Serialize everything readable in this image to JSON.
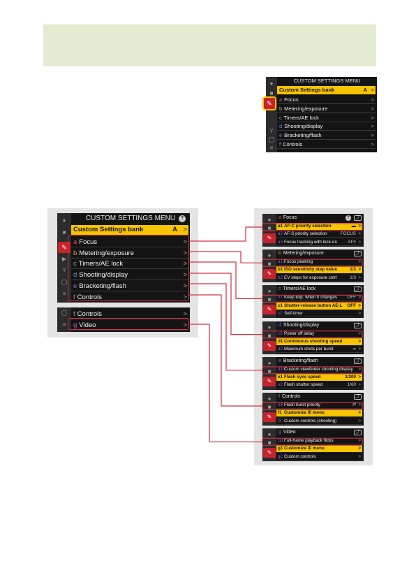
{
  "menu_title": "CUSTOM SETTINGS MENU",
  "help_glyph": "?",
  "bank": {
    "label": "Custom Settings bank",
    "value": "A"
  },
  "chevron": ">",
  "back_glyph": "⤴",
  "categories": [
    {
      "letter": "a",
      "label": "Focus",
      "color": "#e0507a"
    },
    {
      "letter": "b",
      "label": "Metering/exposure",
      "color": "#e2b23a"
    },
    {
      "letter": "c",
      "label": "Timers/AE lock",
      "color": "#9a9a9a"
    },
    {
      "letter": "d",
      "label": "Shooting/display",
      "color": "#5c8fd8"
    },
    {
      "letter": "e",
      "label": "Bracketing/flash",
      "color": "#8a6fd0"
    },
    {
      "letter": "f",
      "label": "Controls",
      "color": "#9a9a9a"
    },
    {
      "letter": "g",
      "label": "Video",
      "color": "#b06ad0"
    }
  ],
  "sidebar_icons": [
    "camera-icon",
    "video-camera-icon",
    "pencil-icon",
    "playback-icon",
    "wrench-icon",
    "retouch-icon",
    "my-menu-icon"
  ],
  "submenus": [
    {
      "letter": "a",
      "title": "Focus",
      "rows": [
        {
          "code": "a1",
          "label": "AF-C priority selection",
          "value": "▬",
          "hl": true
        },
        {
          "code": "a2",
          "label": "AF-S priority selection",
          "value": "FOCUS",
          "hl": false
        },
        {
          "code": "a3",
          "label": "Focus tracking with lock-on",
          "value": "AF≡",
          "hl": false
        }
      ]
    },
    {
      "letter": "b",
      "title": "Metering/exposure",
      "rows": [
        {
          "code": "a13",
          "label": "Focus peaking",
          "value": "",
          "hl": false
        },
        {
          "code": "b1",
          "label": "ISO sensitivity step value",
          "value": "1/3",
          "hl": true
        },
        {
          "code": "b2",
          "label": "EV steps for exposure cntrl",
          "value": "1/3",
          "hl": false
        }
      ]
    },
    {
      "letter": "c",
      "title": "Timers/AE lock",
      "rows": [
        {
          "code": "b7",
          "label": "Keep exp. when f/ changes",
          "value": "OFF",
          "hl": false
        },
        {
          "code": "c1",
          "label": "Shutter-release button AE-L",
          "value": "OFF",
          "hl": true
        },
        {
          "code": "c2",
          "label": "Self-timer",
          "value": "",
          "hl": false
        }
      ]
    },
    {
      "letter": "d",
      "title": "Shooting/display",
      "rows": [
        {
          "code": "c3",
          "label": "Power off delay",
          "value": "",
          "hl": false
        },
        {
          "code": "d1",
          "label": "Continuous shooting speed",
          "value": "",
          "hl": true
        },
        {
          "code": "d2",
          "label": "Maximum shots per burst",
          "value": "∞",
          "hl": false
        }
      ]
    },
    {
      "letter": "e",
      "title": "Bracketing/flash",
      "rows": [
        {
          "code": "d18",
          "label": "Custom viewfinder shooting display",
          "value": "",
          "hl": false
        },
        {
          "code": "e1",
          "label": "Flash sync speed",
          "value": "1/200",
          "hl": true
        },
        {
          "code": "e2",
          "label": "Flash shutter speed",
          "value": "1/60",
          "hl": false
        }
      ]
    },
    {
      "letter": "f",
      "title": "Controls",
      "rows": [
        {
          "code": "e8",
          "label": "Flash burst priority",
          "value": "⇄",
          "hl": false
        },
        {
          "code": "f1",
          "label": "Customize ① menu",
          "value": "",
          "hl": true
        },
        {
          "code": "f2",
          "label": "Custom controls (shooting)",
          "value": "",
          "hl": false
        }
      ]
    },
    {
      "letter": "g",
      "title": "Video",
      "rows": [
        {
          "code": "f11",
          "label": "Full-frame playback flicks",
          "value": "",
          "hl": false
        },
        {
          "code": "g1",
          "label": "Customize ① menu",
          "value": "",
          "hl": true
        },
        {
          "code": "g2",
          "label": "Custom controls",
          "value": "",
          "hl": false
        }
      ]
    }
  ],
  "colors": {
    "highlight": "#f6c400",
    "callout": "#d2303f",
    "tab_selected": "#c7232d",
    "note_bg": "#e3ecd1"
  }
}
